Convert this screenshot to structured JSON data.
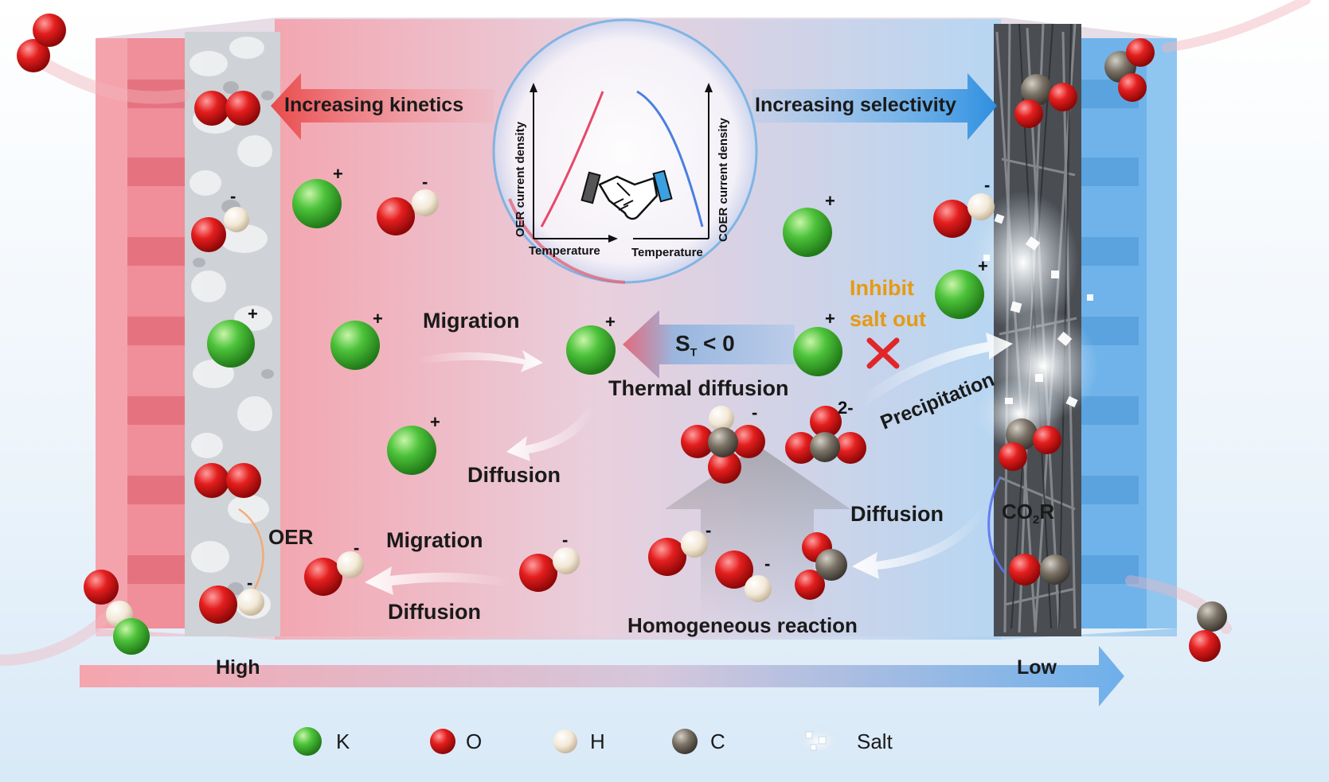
{
  "labels": {
    "increasing_kinetics": "Increasing kinetics",
    "increasing_selectivity": "Increasing selectivity",
    "migration_top": "Migration",
    "thermal_diffusion": "Thermal diffusion",
    "soret": "S",
    "soret_sub": "T",
    "soret_rest": " < 0",
    "inhibit_line1": "Inhibit",
    "inhibit_line2": "salt out",
    "precipitation": "Precipitation",
    "diffusion_mid": "Diffusion",
    "diffusion_right": "Diffusion",
    "oer": "OER",
    "migration_bottom": "Migration",
    "diffusion_bottom": "Diffusion",
    "homogeneous_reaction": "Homogeneous reaction",
    "co2r_main": "CO",
    "co2r_sub": "2",
    "co2r_rest": "R",
    "high": "High",
    "low": "Low"
  },
  "inset": {
    "left_ylabel": "OER current density",
    "left_xlabel": "Temperature",
    "right_ylabel": "COER current density",
    "right_xlabel": "Temperature"
  },
  "charges": {
    "plus": "+",
    "minus": "-",
    "two_minus": "2-"
  },
  "legend": [
    {
      "symbol": "K",
      "color": "#3cb82e"
    },
    {
      "symbol": "O",
      "color": "#e01b1b"
    },
    {
      "symbol": "H",
      "color": "#f1e6d4"
    },
    {
      "symbol": "C",
      "color": "#7a7266"
    },
    {
      "symbol": "Salt",
      "color": "#dde8f0"
    }
  ],
  "colors": {
    "hot": "#f28b95",
    "cold": "#72b9ec",
    "accent_orange": "#e69a14",
    "cross_red": "#e0262a"
  }
}
